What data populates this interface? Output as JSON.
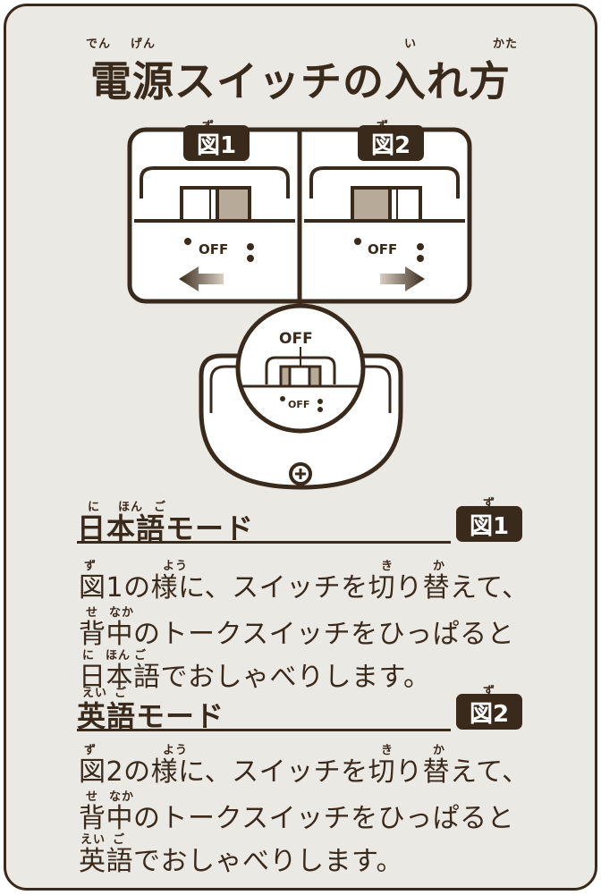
{
  "title": {
    "text": "電源スイッチの入れ方",
    "ruby": {
      "den": "でん",
      "gen": "げん",
      "i": "い",
      "kata": "かた"
    }
  },
  "figures": {
    "fig1_label": "図1",
    "fig2_label": "図2",
    "zu_ruby": "ず",
    "off_label": "OFF"
  },
  "japanese_mode": {
    "heading": "日本語モード",
    "heading_ruby": {
      "ni": "に",
      "hon": "ほん",
      "go": "ご"
    },
    "badge": "図1",
    "lines": [
      "図1の様に、スイッチを切り替えて、",
      "背中のトークスイッチをひっぱると",
      "日本語でおしゃべりします。"
    ],
    "line_ruby": {
      "zu": "ず",
      "you": "よう",
      "ki": "き",
      "ka": "か",
      "se": "せ",
      "naka": "なか",
      "ni": "に",
      "hon": "ほん",
      "go": "ご"
    }
  },
  "english_mode": {
    "heading": "英語モード",
    "heading_ruby": {
      "ei": "えい",
      "go": "ご"
    },
    "badge": "図2",
    "lines": [
      "図2の様に、スイッチを切り替えて、",
      "背中のトークスイッチをひっぱると",
      "英語でおしゃべりします。"
    ],
    "line_ruby": {
      "zu": "ず",
      "you": "よう",
      "ki": "き",
      "ka": "か",
      "se": "せ",
      "naka": "なか",
      "ei": "えい",
      "go": "ご"
    }
  }
}
